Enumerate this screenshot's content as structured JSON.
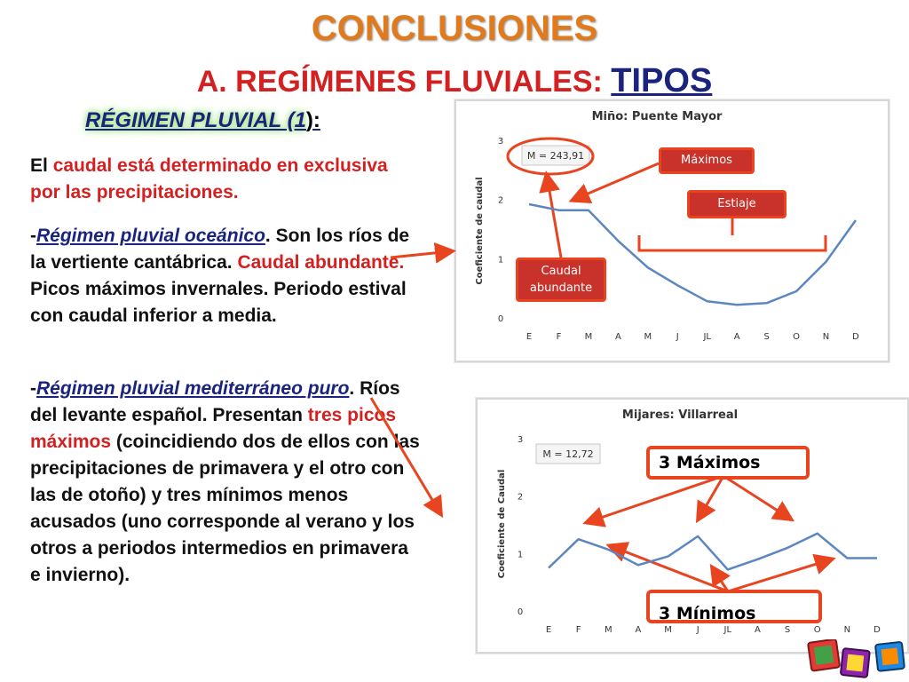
{
  "title": "CONCLUSIONES",
  "subtitle": {
    "prefix": "A. REGÍMENES FLUVIALES:",
    "highlight": "TIPOS"
  },
  "heading": {
    "text": "RÉGIMEN PLUVIAL (1",
    "suffix": "):"
  },
  "para1": {
    "p1": "El ",
    "p2": "caudal está determinado en exclusiva por las precipitaciones."
  },
  "para2": {
    "dash": "-",
    "link": "Régimen pluvial oceánico",
    "t1": ". Son los ríos de la vertiente cantábrica. ",
    "red": "Caudal abundante.",
    "t2": " Picos máximos invernales. Periodo estival con caudal inferior a media."
  },
  "para3": {
    "dash": "-",
    "link": "Régimen pluvial mediterráneo puro",
    "t1": ". Ríos del levante español. Presentan ",
    "red": "tres picos máximos",
    "t2": " (coincidiendo dos de ellos con las precipitaciones de primavera y el otro con las de otoño) y tres mínimos menos acusados (uno corresponde al verano y los otros a periodos intermedios en primavera e invierno)."
  },
  "annotations": {
    "maximos": "Máximos",
    "estiaje": "Estiaje",
    "caudal_abundante": "Caudal abundante",
    "tres_maximos": "3 Máximos",
    "tres_minimos": "3 Mínimos"
  },
  "colors": {
    "line": "#5b86c2",
    "accent": "#e8441f",
    "title": "#e07a1c"
  },
  "chart_data": [
    {
      "type": "line",
      "title": "Miño: Puente Mayor",
      "ylabel": "Coeficiente de caudal",
      "ylim": [
        0,
        3
      ],
      "yticks": [
        0,
        1,
        2,
        3
      ],
      "categories": [
        "E",
        "F",
        "M",
        "A",
        "M",
        "J",
        "JL",
        "A",
        "S",
        "O",
        "N",
        "D"
      ],
      "series": [
        {
          "values": [
            1.92,
            1.82,
            1.82,
            1.3,
            0.85,
            0.55,
            0.28,
            0.22,
            0.25,
            0.45,
            0.95,
            1.65
          ]
        }
      ],
      "mean_label": "M = 243,91",
      "grid": false
    },
    {
      "type": "line",
      "title": "Mijares: Villarreal",
      "ylabel": "Coeficiente de Caudal",
      "ylim": [
        0,
        3
      ],
      "yticks": [
        0,
        1,
        2,
        3
      ],
      "categories": [
        "E",
        "F",
        "M",
        "A",
        "M",
        "J",
        "JL",
        "A",
        "S",
        "O",
        "N",
        "D"
      ],
      "series": [
        {
          "values": [
            0.75,
            1.25,
            1.07,
            0.8,
            0.95,
            1.3,
            0.72,
            0.9,
            1.1,
            1.35,
            0.92,
            0.92
          ]
        }
      ],
      "mean_label": "M = 12,72",
      "grid": false
    }
  ]
}
